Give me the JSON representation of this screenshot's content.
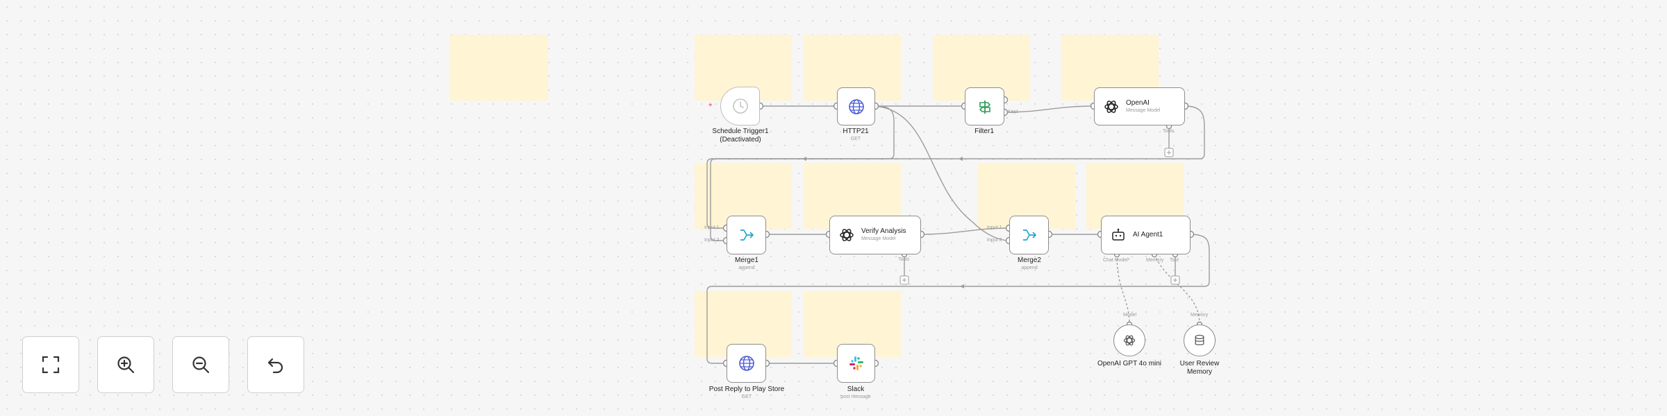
{
  "canvas": {
    "nodes": {
      "schedule_trigger": {
        "title": "Schedule Trigger1",
        "subtitle": "(Deactivated)"
      },
      "http1": {
        "title": "HTTP21",
        "subtitle": "GET"
      },
      "filter1": {
        "title": "Filter1"
      },
      "openai1": {
        "title": "OpenAI",
        "subtitle": "Message Model",
        "port_label": "Tools"
      },
      "merge1": {
        "title": "Merge1",
        "subtitle": "append",
        "input1": "Input 1",
        "input2": "Input 2"
      },
      "verify": {
        "title": "Verify Analysis",
        "subtitle": "Message Model",
        "port_label": "Tools"
      },
      "merge2": {
        "title": "Merge2",
        "subtitle": "append",
        "input1": "Input 1",
        "input2": "Input 2"
      },
      "agent": {
        "title": "AI Agent1",
        "port_chat": "Chat Model*",
        "port_memory": "Memory",
        "port_tool": "Tool"
      },
      "openai_gpt": {
        "title": "OpenAI GPT 4o mini",
        "port_label": "Model"
      },
      "memory": {
        "title": "User Review",
        "title2": "Memory",
        "port_label": "Memory"
      },
      "post_reply": {
        "title": "Post Reply to Play Store",
        "subtitle": "GET"
      },
      "slack": {
        "title": "Slack",
        "subtitle": "post message"
      }
    },
    "filter_port_label": "Kept",
    "warning_symbol": "*"
  },
  "controls": {
    "fit_view": "fit-view-icon",
    "zoom_in": "zoom-in-icon",
    "zoom_out": "zoom-out-icon",
    "undo": "undo-icon"
  },
  "colors": {
    "sticky": "#fff4d3",
    "node_border": "#8d8d8d",
    "http_blue": "#4a5bd6",
    "merge_teal": "#23a6c9",
    "filter_green": "#2f9e58",
    "warning": "#ff5b5b"
  }
}
